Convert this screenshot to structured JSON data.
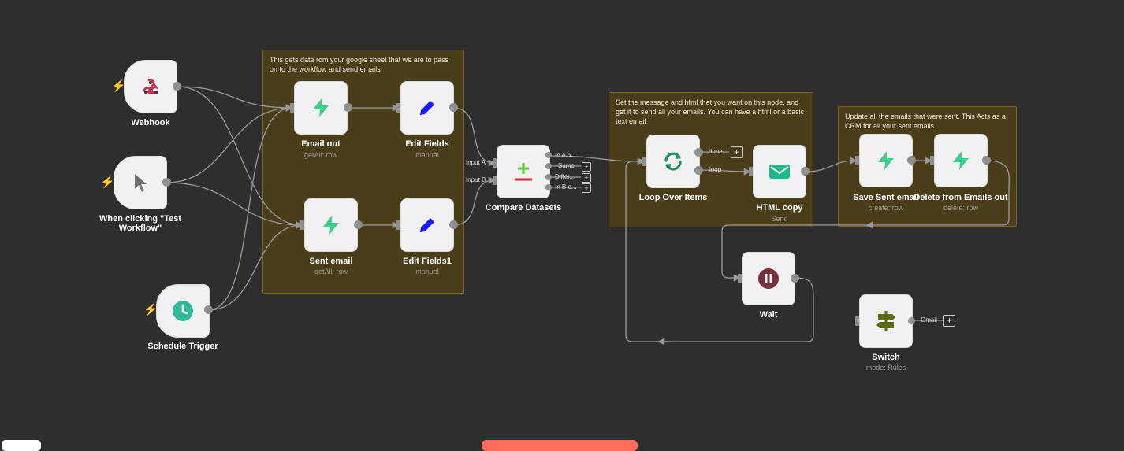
{
  "notes": {
    "sheet": "This gets data rom your google sheet that we are to pass on to the workflow and send emails",
    "message": "Set the message and html thet you want on this node, and get it to send all your emails. You can have a html or a basic text email",
    "crm": "Update all the emails that were sent. This Acts as a CRM for all your sent emails"
  },
  "nodes": {
    "webhook": {
      "label": "Webhook"
    },
    "manual_trigger": {
      "label": "When clicking \"Test Workflow\""
    },
    "schedule_trigger": {
      "label": "Schedule Trigger"
    },
    "email_out": {
      "label": "Email out",
      "sub": "getAll: row"
    },
    "edit_fields": {
      "label": "Edit Fields",
      "sub": "manual"
    },
    "sent_email": {
      "label": "Sent email",
      "sub": "getAll: row"
    },
    "edit_fields1": {
      "label": "Edit Fields1",
      "sub": "manual"
    },
    "compare": {
      "label": "Compare Datasets",
      "inputs": [
        "Input A",
        "Input B"
      ],
      "outputs": [
        "In A o...",
        "Same",
        "Differ...",
        "In B o..."
      ]
    },
    "loop": {
      "label": "Loop Over Items",
      "outputs": [
        "done",
        "loop"
      ]
    },
    "html_copy": {
      "label": "HTML copy",
      "sub": "Send"
    },
    "save_sent": {
      "label": "Save Sent email",
      "sub": "create: row"
    },
    "delete_out": {
      "label": "Delete from Emails out",
      "sub": "delete: row"
    },
    "wait": {
      "label": "Wait"
    },
    "switch": {
      "label": "Switch",
      "sub": "mode: Rules",
      "outputs": [
        "Gmail"
      ]
    }
  },
  "icons": {
    "webhook": "webhook-icon",
    "manual_trigger": "cursor-icon",
    "schedule_trigger": "clock-icon",
    "supabase": "supabase-bolt-icon",
    "edit": "pencil-icon",
    "compare": "compare-plus-minus-icon",
    "loop": "loop-arrows-icon",
    "email": "envelope-icon",
    "wait": "pause-icon",
    "switch": "signpost-icon",
    "trigger_marker": "lightning-icon"
  },
  "colors": {
    "canvas": "#2e2e2e",
    "note_bg": "#4a3d1a",
    "node_bg": "#f1f1f4",
    "connection": "#9a9a9a",
    "trigger_marker": "#ff6d5a",
    "supabase_green": "#3ecf8e",
    "pencil_blue": "#1a1aff",
    "loop_green": "#1f8f5f",
    "email_green": "#19b98a",
    "wait_maroon": "#7a2f3e",
    "switch_olive": "#5c6a12"
  },
  "glyphs": {
    "bolt": "⚡",
    "plus": "+"
  }
}
